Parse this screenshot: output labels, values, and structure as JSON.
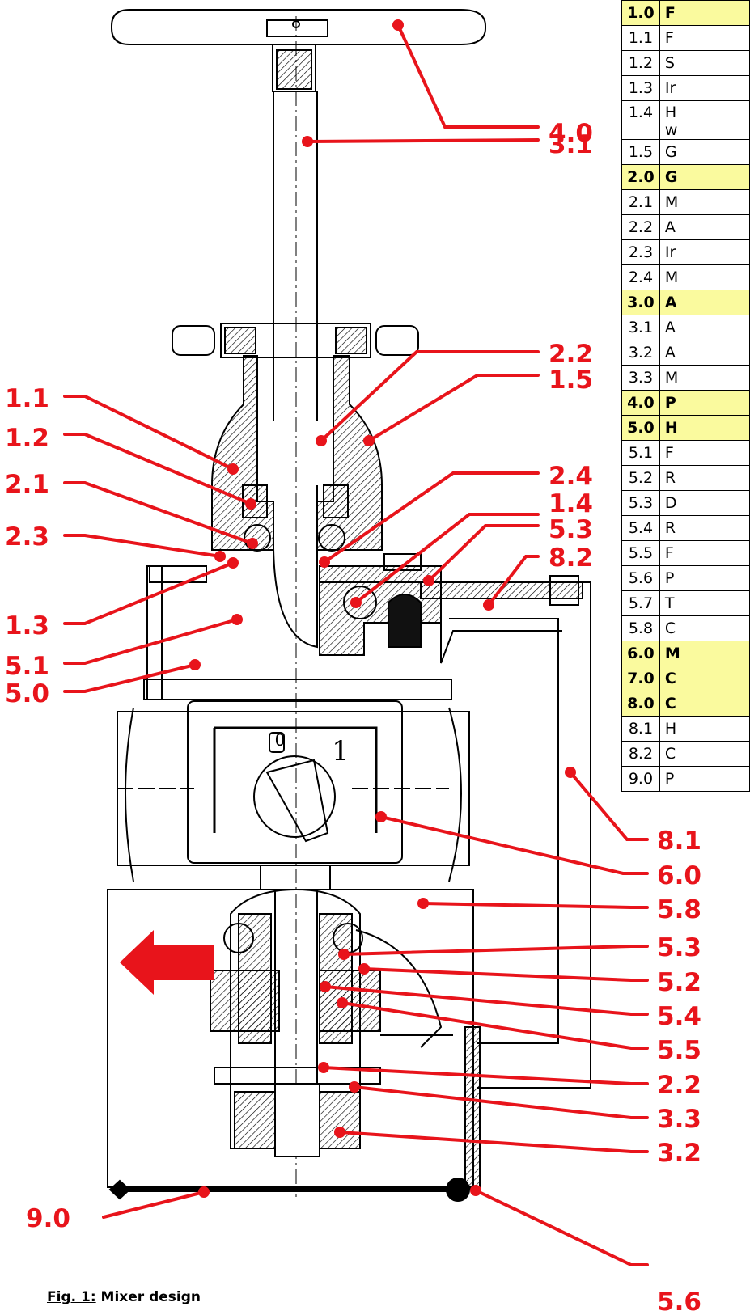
{
  "table": {
    "rows": [
      {
        "no": "1.0",
        "desc": "F",
        "header": true
      },
      {
        "no": "1.1",
        "desc": "F",
        "header": false
      },
      {
        "no": "1.2",
        "desc": "S",
        "header": false
      },
      {
        "no": "1.3",
        "desc": "Ir",
        "header": false
      },
      {
        "no": "1.4",
        "desc": "H",
        "desc2": "w",
        "header": false
      },
      {
        "no": "1.5",
        "desc": "G",
        "header": false
      },
      {
        "no": "2.0",
        "desc": "G",
        "header": true
      },
      {
        "no": "2.1",
        "desc": "M",
        "header": false
      },
      {
        "no": "2.2",
        "desc": "A",
        "header": false
      },
      {
        "no": "2.3",
        "desc": "Ir",
        "header": false
      },
      {
        "no": "2.4",
        "desc": "M",
        "header": false
      },
      {
        "no": "3.0",
        "desc": "A",
        "header": true
      },
      {
        "no": "3.1",
        "desc": "A",
        "header": false
      },
      {
        "no": "3.2",
        "desc": "A",
        "header": false
      },
      {
        "no": "3.3",
        "desc": "M",
        "header": false
      },
      {
        "no": "4.0",
        "desc": "P",
        "header": true
      },
      {
        "no": "5.0",
        "desc": "H",
        "header": true
      },
      {
        "no": "5.1",
        "desc": "F",
        "header": false
      },
      {
        "no": "5.2",
        "desc": "R",
        "header": false
      },
      {
        "no": "5.3",
        "desc": "D",
        "header": false
      },
      {
        "no": "5.4",
        "desc": "R",
        "header": false
      },
      {
        "no": "5.5",
        "desc": "F",
        "header": false
      },
      {
        "no": "5.6",
        "desc": "P",
        "header": false
      },
      {
        "no": "5.7",
        "desc": "T",
        "header": false
      },
      {
        "no": "5.8",
        "desc": "C",
        "header": false
      },
      {
        "no": "6.0",
        "desc": "M",
        "header": true
      },
      {
        "no": "7.0",
        "desc": "C",
        "header": true
      },
      {
        "no": "8.0",
        "desc": "C",
        "header": true
      },
      {
        "no": "8.1",
        "desc": "H",
        "header": false
      },
      {
        "no": "8.2",
        "desc": "C",
        "header": false
      },
      {
        "no": "9.0",
        "desc": "P",
        "header": false
      }
    ]
  },
  "callouts": {
    "c_4_0": "4.0",
    "c_3_1": "3.1",
    "c_2_2_top": "2.2",
    "c_1_5": "1.5",
    "c_1_1": "1.1",
    "c_1_2": "1.2",
    "c_2_1": "2.1",
    "c_2_4": "2.4",
    "c_1_4": "1.4",
    "c_5_3_top": "5.3",
    "c_2_3": "2.3",
    "c_8_2": "8.2",
    "c_1_3": "1.3",
    "c_5_1": "5.1",
    "c_5_0": "5.0",
    "c_8_1": "8.1",
    "c_6_0": "6.0",
    "c_5_8": "5.8",
    "c_5_3_bot": "5.3",
    "c_5_2": "5.2",
    "c_5_4": "5.4",
    "c_5_5": "5.5",
    "c_2_2_bot": "2.2",
    "c_3_3": "3.3",
    "c_3_2": "3.2",
    "c_5_6": "5.6",
    "c_9_0": "9.0"
  },
  "switch": {
    "off_label": "0",
    "on_label": "1"
  },
  "caption": {
    "label": "Fig. 1:",
    "text": " Mixer design"
  },
  "colors": {
    "callout_red": "#e8141b",
    "header_fill": "#fafa9e"
  }
}
